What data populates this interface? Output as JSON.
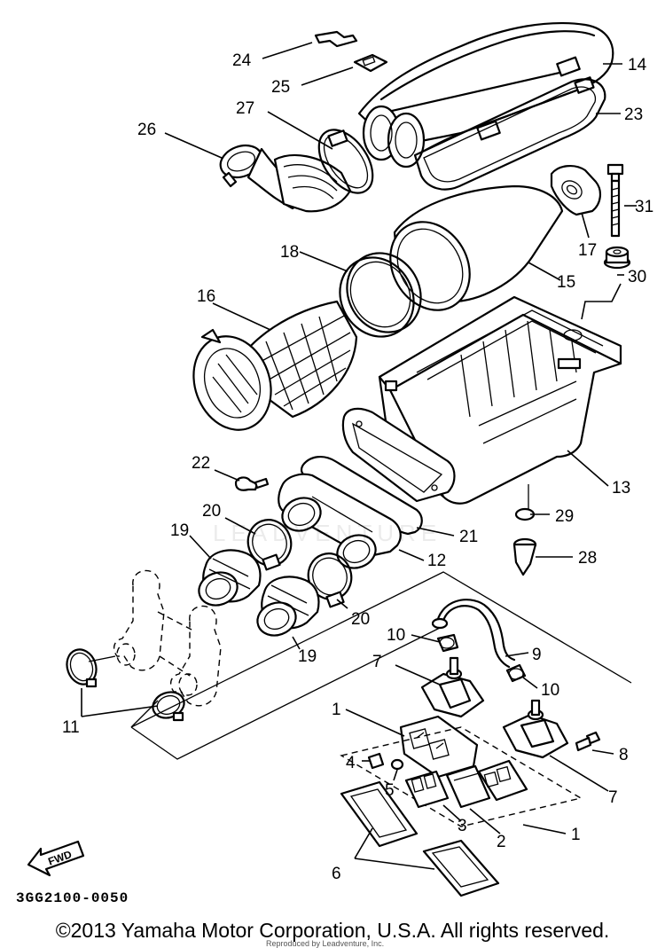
{
  "diagram": {
    "part_code": "3GG2100-0050",
    "copyright": "©2013 Yamaha Motor Corporation, U.S.A. All rights reserved.",
    "watermark_small": "Reproduced by Leadventure, Inc.",
    "watermark_large": "LEADVENTURE",
    "fwd_label": "FWD",
    "callouts": [
      "24",
      "25",
      "14",
      "27",
      "23",
      "26",
      "31",
      "17",
      "18",
      "15",
      "30",
      "16",
      "13",
      "22",
      "29",
      "21",
      "20",
      "19",
      "12",
      "28",
      "10",
      "9",
      "7",
      "10",
      "20",
      "19",
      "11",
      "1",
      "8",
      "4",
      "5",
      "3",
      "2",
      "7",
      "1",
      "6"
    ]
  }
}
